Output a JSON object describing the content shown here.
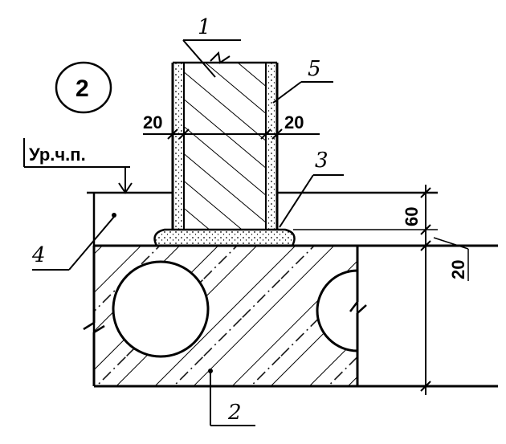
{
  "figure": {
    "detail_number": "2",
    "level_label": "Ур.ч.п.",
    "callouts": {
      "c1": "1",
      "c2": "2",
      "c3": "3",
      "c4": "4",
      "c5": "5"
    },
    "dimensions": {
      "left_gap": "20",
      "right_gap": "20",
      "pad_height": "60",
      "screed": "20"
    }
  }
}
